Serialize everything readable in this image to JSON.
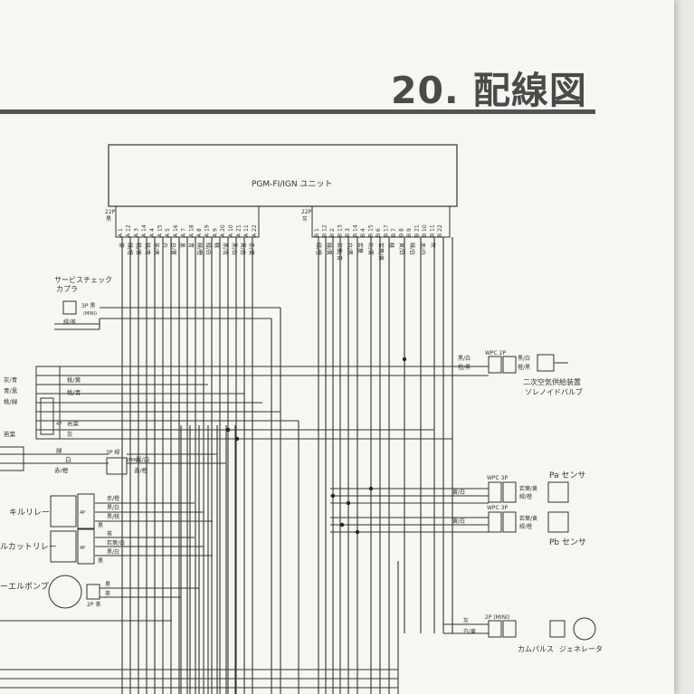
{
  "header": {
    "title": "20. 配線図"
  },
  "ecu": {
    "label": "PGM-FI/IGN ユニット",
    "connector_a": {
      "type": "22P",
      "color": "黒"
    },
    "connector_b": {
      "type": "22P",
      "color": "灰"
    },
    "pins_a": [
      "A 1",
      "A 12",
      "A 3",
      "A 14",
      "A 4",
      "A 15",
      "A 5",
      "A 16",
      "A 7",
      "A 18",
      "A 8",
      "A 19",
      "A 9",
      "A 20",
      "A 10",
      "A 21",
      "A 11",
      "A 22"
    ],
    "pins_b": [
      "B 1",
      "B 12",
      "B 2",
      "B 13",
      "B 3",
      "B 14",
      "B 4",
      "B 15",
      "B 6",
      "B 17",
      "B 7",
      "B 8",
      "B 9",
      "B 21",
      "B 10",
      "B 11",
      "B 22"
    ],
    "wires_a": [
      "茶",
      "緑/橙",
      "桃/黄",
      "桃/青",
      "茶/黄",
      "白",
      "白/黄",
      "黒",
      "青",
      "緑/橙",
      "緑/白",
      "桃",
      "黒/青",
      "黒/白",
      "黄/白",
      "赤/黄"
    ],
    "wires_b": [
      "緑/橙",
      "緑/黄",
      "若葉/青",
      "白/黄",
      "若葉",
      "灰/黄",
      "若葉/黄",
      "桃",
      "黄/白",
      "緑/白",
      "赤/白",
      "灰"
    ]
  },
  "components": {
    "service_check": {
      "label": "サービスチェック\nカプラ",
      "connector": "3P 黒",
      "mini": "(MINI)",
      "wire": "緑/茶"
    },
    "secondary_air": {
      "connector": "WPC 2P",
      "label1": "二次空気供給装置",
      "label2": "ソレノイドバルブ",
      "wire_in": "黒/白",
      "wire_in2": "橙/黒",
      "wire_out": "黒/白",
      "wire_out2": "橙/黒"
    },
    "pa_sensor": {
      "connector": "WPC 3P",
      "label": "Pa センサ",
      "wires": [
        "若葉/黄",
        "緑/橙",
        "黄/白"
      ]
    },
    "pb_sensor": {
      "connector": "WPC 3P",
      "label": "Pb センサ",
      "wires": [
        "若葉/黄",
        "緑/橙",
        "黄/白"
      ]
    },
    "cam_pulse": {
      "connector": "2P (MINI)",
      "label": "カムパルス",
      "wires": [
        "灰",
        "白/黄"
      ]
    },
    "generator": {
      "label": "ジェネレータ"
    },
    "kill_relay": {
      "label": "キルリレー",
      "connector": "4P",
      "wires": [
        "赤/橙",
        "黒/白",
        "黒/桃",
        "黒"
      ]
    },
    "fuel_cut_relay": {
      "label": "ルカットリレー",
      "connector": "4P",
      "wires": [
        "茶",
        "若葉/白",
        "黒/白",
        "黒"
      ]
    },
    "fuel_pump": {
      "label": "ーエルポンプ",
      "connector": "2P 茶",
      "wires": [
        "黒",
        "茶"
      ]
    },
    "left_connector": {
      "connector": "4P",
      "wires": [
        "灰/青",
        "青/黒",
        "桃/緑",
        "桃/黄",
        "桃/青",
        "若葉",
        "灰",
        "若葉"
      ]
    },
    "mid_connector": {
      "connector": "3P 緑",
      "mini": "(MINI)",
      "wires": [
        "緑",
        "白",
        "赤/橙",
        "黒/白",
        "赤/橙"
      ]
    }
  }
}
